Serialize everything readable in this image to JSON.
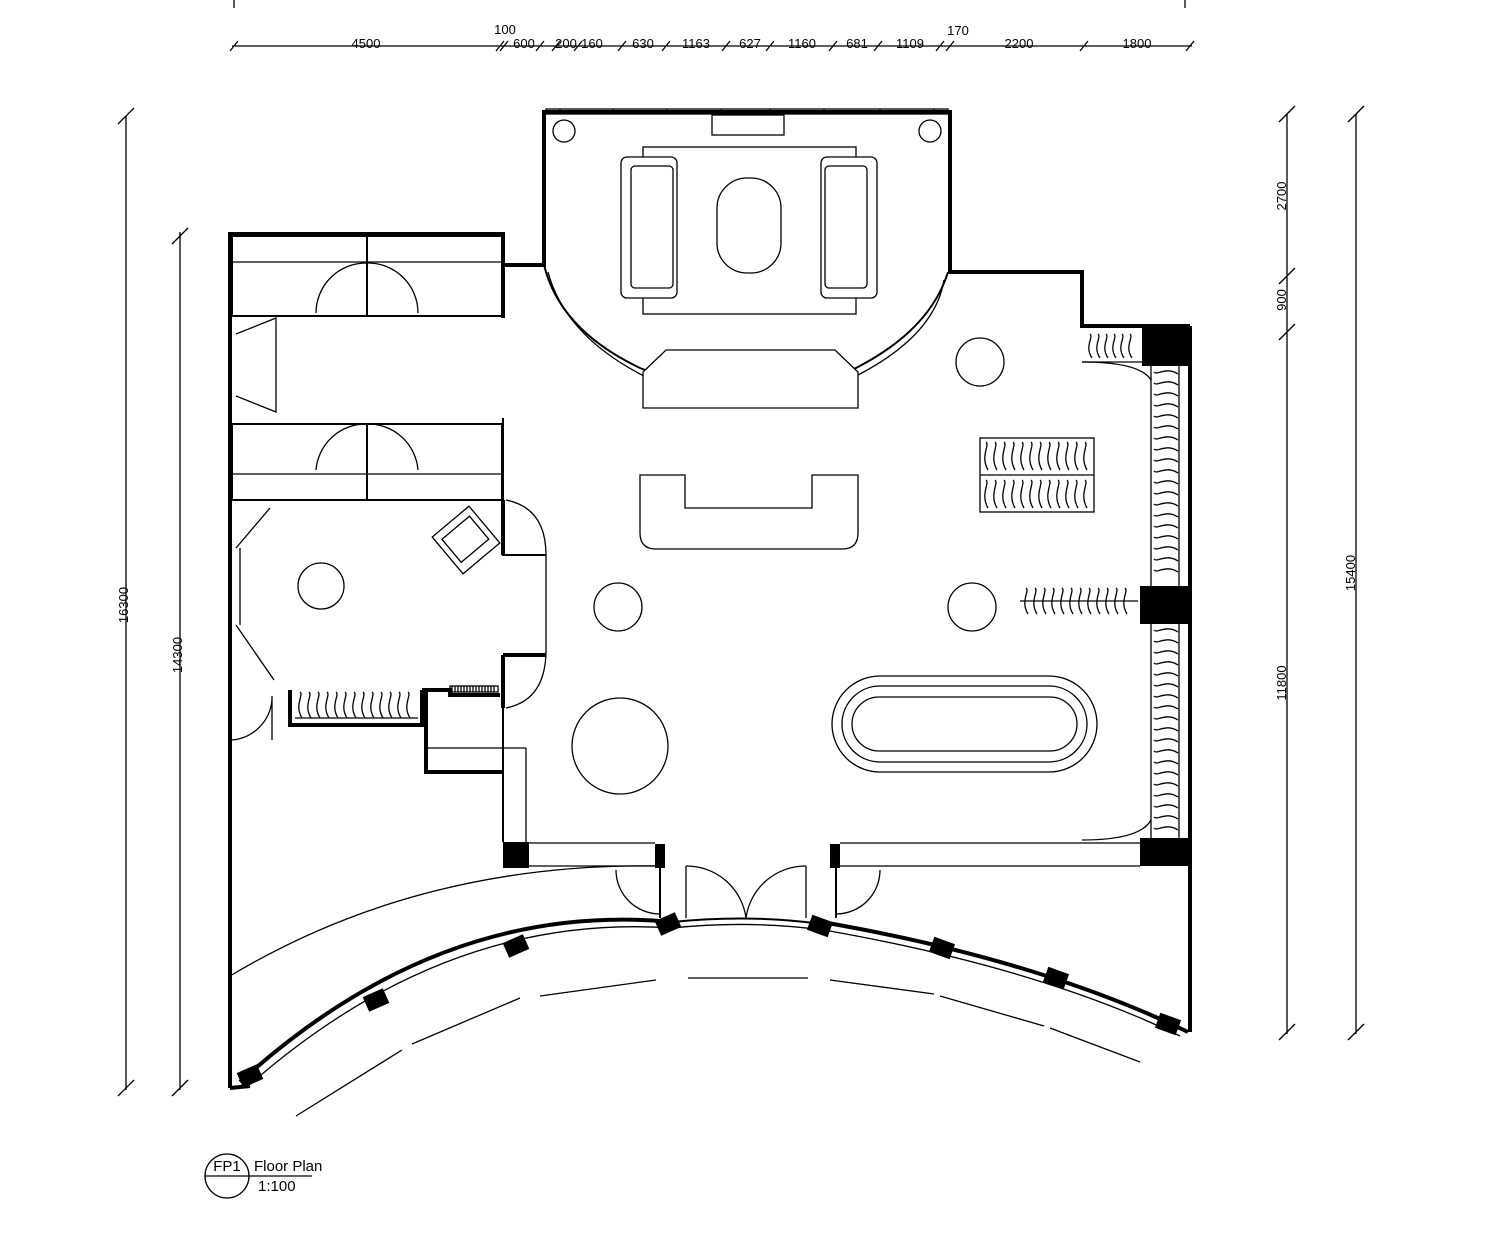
{
  "drawing": {
    "tag": "FP1",
    "title": "Floor Plan",
    "scale": "1:100"
  },
  "top_dimensions": [
    "4500",
    "100",
    "600",
    "200",
    "160",
    "630",
    "1163",
    "627",
    "1160",
    "681",
    "1109",
    "170",
    "2200",
    "1800"
  ],
  "left_dimensions": {
    "outer": "16300",
    "inner": "14300"
  },
  "right_dimensions": {
    "outer": "15400",
    "upper": "2700",
    "middle": "900",
    "lower": "11800"
  },
  "colors": {
    "line": "#000000",
    "paper": "#ffffff"
  }
}
